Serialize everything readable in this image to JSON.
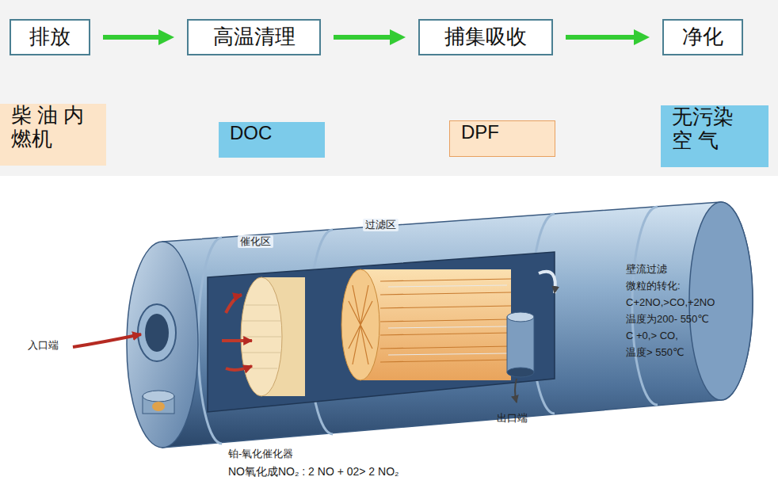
{
  "diagram": {
    "nodes": [
      {
        "text": [
          "排放"
        ]
      },
      {
        "text": [
          "高温清理"
        ]
      },
      {
        "text": [
          "捕集吸收"
        ]
      },
      {
        "text": [
          "净化"
        ]
      },
      {
        "text": [
          "柴 油 内燃机"
        ]
      },
      {
        "text": [
          "DOC"
        ]
      },
      {
        "text": [
          "DPF"
        ]
      },
      {
        "text": [
          "无污染 空 气"
        ]
      }
    ],
    "edges": [
      {
        "from": 0,
        "to": 1,
        "arrow": "to"
      },
      {
        "from": 1,
        "to": 2,
        "arrow": "to"
      },
      {
        "from": 2,
        "to": 3,
        "arrow": "to"
      }
    ],
    "labels": [
      "催化区",
      "过滤区",
      "入口端",
      "出口端",
      "壁流过滤",
      "微粒的转化:",
      "C+2NO,>CO,+2NO",
      "温度为200- 550℃",
      "C +0,> CO,",
      "温度> 550℃",
      "铂-氧化催化器",
      "NO氧化成NO₂ : 2 NO + 02> 2 NO₂"
    ]
  }
}
